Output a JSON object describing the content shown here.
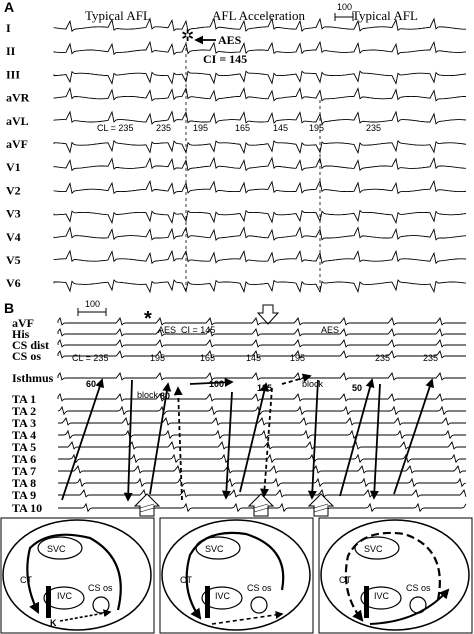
{
  "panelA": {
    "label": "A",
    "title_left": "Typical AFL",
    "title_mid": "AFL Acceleration",
    "title_right": "Typical AFL",
    "scale": "100",
    "aes": "AES",
    "ci": "CI = 145",
    "leads": [
      "I",
      "II",
      "III",
      "aVR",
      "aVL",
      "aVF",
      "V1",
      "V2",
      "V3",
      "V4",
      "V5",
      "V6"
    ],
    "cls": [
      "CL = 235",
      "235",
      "195",
      "165",
      "145",
      "195",
      "235"
    ]
  },
  "panelB": {
    "label": "B",
    "scale": "100",
    "star": "*",
    "aes": "AES",
    "ci": "CI = 145",
    "aes2": "AES",
    "leads": [
      "aVF",
      "His",
      "CS dist",
      "CS os",
      "Isthmus",
      "TA 1",
      "TA 2",
      "TA 3",
      "TA 4",
      "TA 5",
      "TA 6",
      "TA 7",
      "TA 8",
      "TA 9",
      "TA 10"
    ],
    "cls": [
      "CL = 235",
      "195",
      "165",
      "145",
      "195",
      "235",
      "235"
    ],
    "cond": [
      "60",
      "80",
      "100",
      "125",
      "50"
    ],
    "block": "block"
  },
  "diagrams": [
    {
      "svc": "SVC",
      "ct": "CT",
      "ivc": "IVC",
      "cs": "CS os",
      "k": "K"
    },
    {
      "svc": "SVC",
      "ct": "CT",
      "ivc": "IVC",
      "cs": "CS os"
    },
    {
      "svc": "SVC",
      "ct": "CT",
      "ivc": "IVC",
      "cs": "CS os"
    }
  ]
}
